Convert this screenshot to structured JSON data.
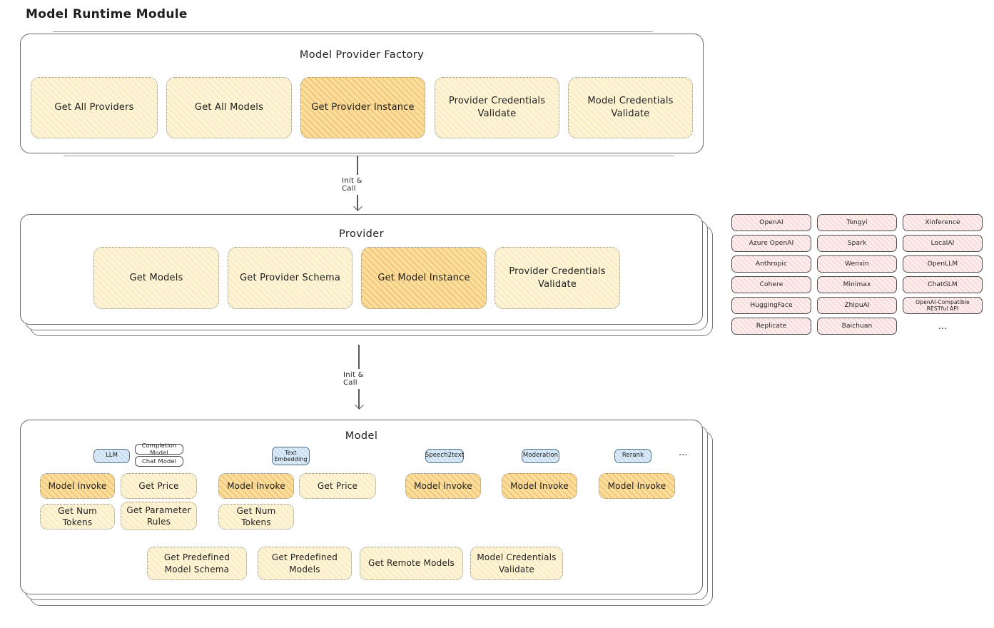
{
  "title": "Model Runtime Module",
  "arrow_label": "Init & Call",
  "factory": {
    "title": "Model Provider Factory",
    "buttons": [
      "Get All Providers",
      "Get All Models",
      "Get Provider Instance",
      "Provider Credentials Validate",
      "Model Credentials Validate"
    ]
  },
  "provider": {
    "title": "Provider",
    "buttons": [
      "Get Models",
      "Get Provider Schema",
      "Get Model Instance",
      "Provider Credentials Validate"
    ]
  },
  "providers": {
    "items": [
      "OpenAI",
      "Tongyi",
      "Xinference",
      "Azure OpenAI",
      "Spark",
      "LocalAI",
      "Anthropic",
      "Wenxin",
      "OpenLLM",
      "Cohere",
      "Minimax",
      "ChatGLM",
      "HuggingFace",
      "ZhipuAI",
      "OpenAI-Compatible RESTful API",
      "Replicate",
      "Baichuan"
    ],
    "more": "..."
  },
  "model": {
    "title": "Model",
    "tags": {
      "llm": "LLM",
      "completion": "Completion Model",
      "chat": "Chat Model",
      "text_embedding": "Text Embedding",
      "speech2text": "Speech2text",
      "moderation": "Moderation",
      "rerank": "Rerank",
      "more": "..."
    },
    "buttons": {
      "model_invoke": "Model Invoke",
      "get_price": "Get Price",
      "get_num_tokens": "Get Num Tokens",
      "get_parameter_rules": "Get Parameter Rules",
      "get_predefined_model_schema": "Get Predefined Model Schema",
      "get_predefined_models": "Get Predefined Models",
      "get_remote_models": "Get Remote Models",
      "model_credentials_validate": "Model Credentials Validate"
    }
  },
  "colors": {
    "ink": "#1e1e1e",
    "yellow_fill": "#fdf4d8",
    "orange_fill": "#fbdf9e",
    "pink_fill": "#fdeeee",
    "blue_fill": "#dcebf7",
    "border_gray": "#6b6b6b"
  }
}
